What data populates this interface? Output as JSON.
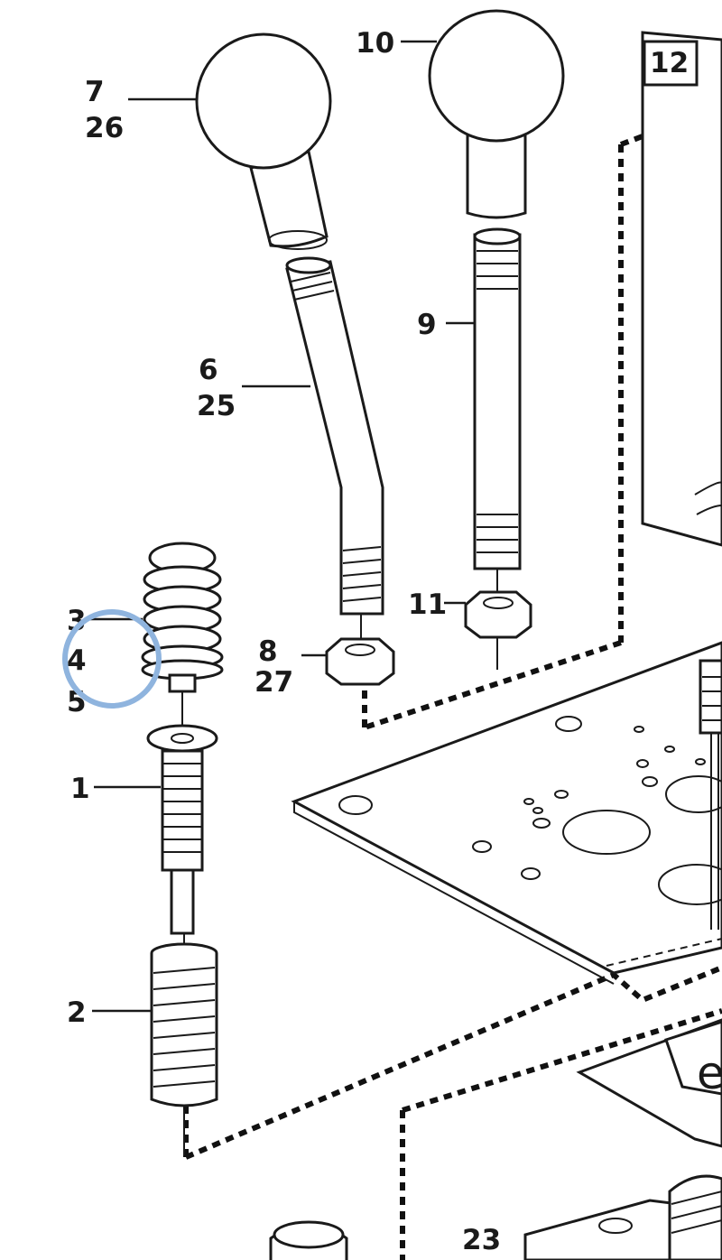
{
  "callouts": {
    "c1": "1",
    "c2": "2",
    "c3": "3",
    "c4": "4",
    "c5": "5",
    "c6": "6",
    "c25": "25",
    "c7": "7",
    "c26": "26",
    "c8": "8",
    "c27": "27",
    "c9": "9",
    "c10": "10",
    "c11": "11",
    "c12": "12",
    "c23": "23"
  },
  "panel_glyph": "e",
  "highlight": {
    "target": "4",
    "color": "#8fb4de"
  },
  "colors": {
    "ink": "#1a1a1a",
    "background": "#ffffff"
  }
}
